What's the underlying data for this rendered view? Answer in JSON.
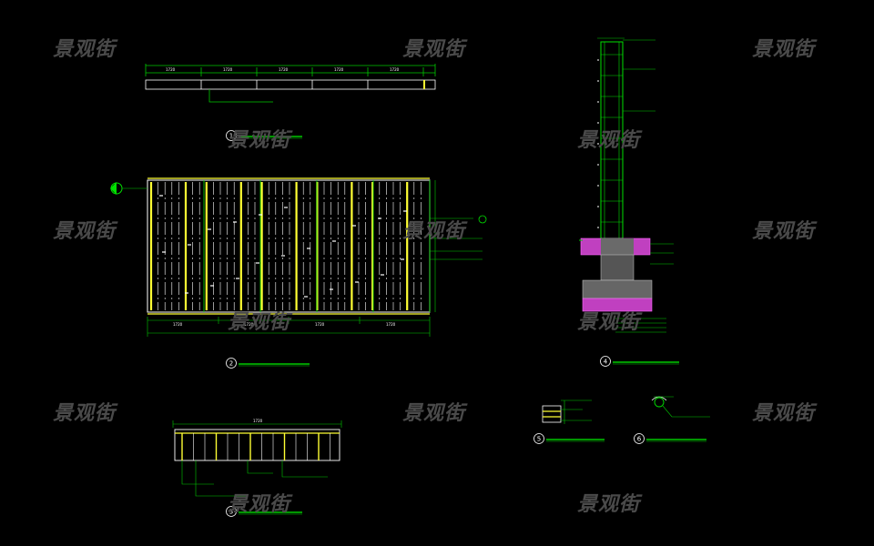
{
  "watermark": "景观街",
  "detail_numbers": [
    "1",
    "2",
    "3",
    "4",
    "5",
    "6"
  ],
  "dims": {
    "top_bar": [
      "1720",
      "1720",
      "1720",
      "1720",
      "1720"
    ],
    "plan_bottom": [
      "1720",
      "1720",
      "1720",
      "1720"
    ],
    "elev3_top": "1720"
  },
  "colors": {
    "background": "#000000",
    "dim_line": "#00c800",
    "outline": "#ffffff",
    "timber": "#ffff33",
    "concrete": "#c040c0",
    "section": "#00e000",
    "watermark": "#4a4a4a"
  }
}
